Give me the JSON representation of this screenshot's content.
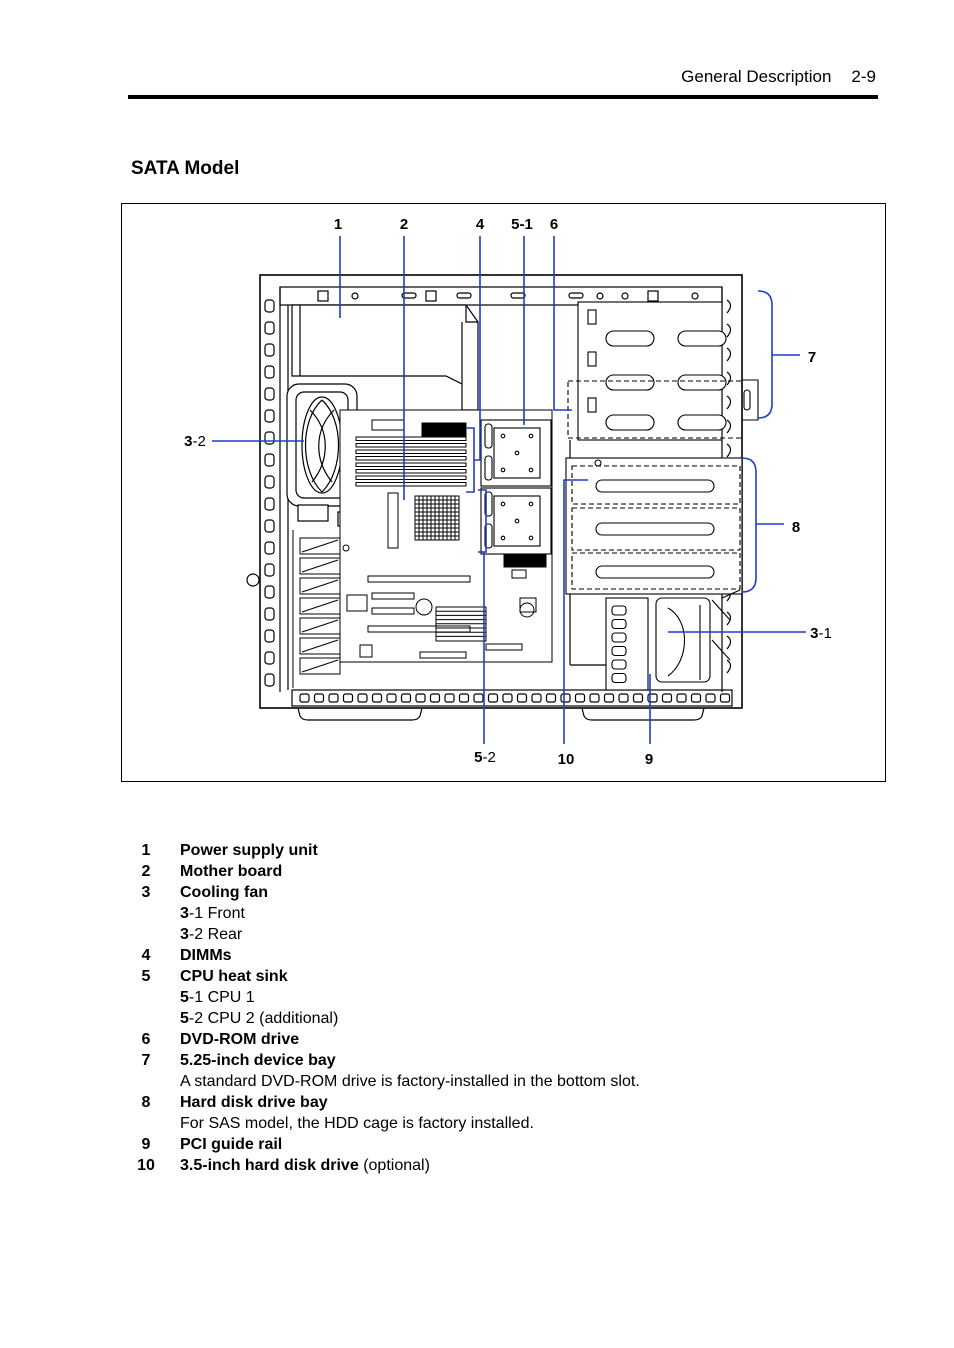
{
  "header": {
    "section": "General Description",
    "page": "2-9"
  },
  "title": "SATA Model",
  "colors": {
    "callout": "#1f3bd4"
  },
  "figure": {
    "callouts": {
      "c1": "1",
      "c2": "2",
      "c4": "4",
      "c5_1": "5-1",
      "c6": "6",
      "c7": "7",
      "c3_2": {
        "bold": "3",
        "rest": "-2"
      },
      "c8": "8",
      "c3_1": {
        "bold": "3",
        "rest": "-1"
      },
      "c5_2": {
        "bold": "5",
        "rest": "-2"
      },
      "c10": "10",
      "c9": "9"
    }
  },
  "legend": [
    {
      "num": "1",
      "label": "Power supply unit"
    },
    {
      "num": "2",
      "label": "Mother board"
    },
    {
      "num": "3",
      "label": "Cooling fan",
      "subs": [
        {
          "bold": "3",
          "rest": "-1 Front"
        },
        {
          "bold": "3",
          "rest": "-2 Rear"
        }
      ]
    },
    {
      "num": "4",
      "label": "DIMMs"
    },
    {
      "num": "5",
      "label": "CPU heat sink",
      "subs": [
        {
          "bold": "5",
          "rest": "-1 CPU 1"
        },
        {
          "bold": "5",
          "rest": "-2 CPU 2 (additional)"
        }
      ]
    },
    {
      "num": "6",
      "label": "DVD-ROM drive"
    },
    {
      "num": "7",
      "label": "5.25-inch device bay",
      "note": "A standard DVD-ROM drive is factory-installed in the bottom slot."
    },
    {
      "num": "8",
      "label": "Hard disk drive bay",
      "note": "For SAS model, the HDD cage is factory installed."
    },
    {
      "num": "9",
      "label": "PCI guide rail"
    },
    {
      "num": "10",
      "label": "3.5-inch hard disk drive",
      "suffix": "(optional)"
    }
  ]
}
